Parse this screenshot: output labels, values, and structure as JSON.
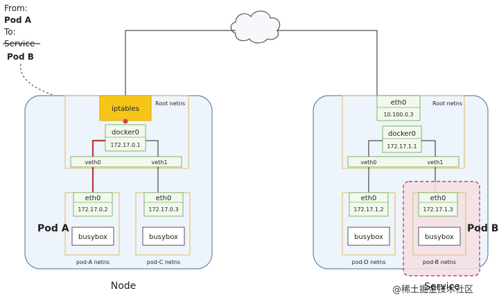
{
  "annotation": {
    "from_label": "From:",
    "from_value": "Pod A",
    "to_label": "To:",
    "struck_value": "Service",
    "to_value": "Pod B"
  },
  "left_node": {
    "root_label": "Root netns",
    "iptables": "iptables",
    "bridge_name": "docker0",
    "bridge_ip": "172.17.0.1",
    "veth_a": "veth0",
    "veth_b": "veth1",
    "pods": [
      {
        "eth": "eth0",
        "ip": "172.17.0.2",
        "app": "busybox",
        "netns": "pod-A netns"
      },
      {
        "eth": "eth0",
        "ip": "172.17.0.3",
        "app": "busybox",
        "netns": "pod-C netns"
      }
    ],
    "pod_label": "Pod A",
    "caption": "Node"
  },
  "right_node": {
    "root_label": "Root netns",
    "host_eth": "eth0",
    "host_ip": "10.100.0.3",
    "bridge_name": "docker0",
    "bridge_ip": "172.17.1.1",
    "veth_a": "veth0",
    "veth_b": "veth1",
    "pods": [
      {
        "eth": "eth0",
        "ip": "172.17.1.2",
        "app": "busybox",
        "netns": "pod-D netns"
      },
      {
        "eth": "eth0",
        "ip": "172.17.1.3",
        "app": "busybox",
        "netns": "pod-B netns"
      }
    ],
    "pod_label": "Pod B",
    "caption": "Service"
  },
  "watermark": "@稀土掘金技术社区",
  "colors": {
    "node_fill": "#eef4fb",
    "node_stroke": "#6b87a8",
    "netns_stroke": "#e3c27a",
    "green_stroke": "#79b36a",
    "iptables_fill": "#f5c518",
    "red_path": "#b73a3a",
    "pod_b_highlight": "#c9484f"
  }
}
